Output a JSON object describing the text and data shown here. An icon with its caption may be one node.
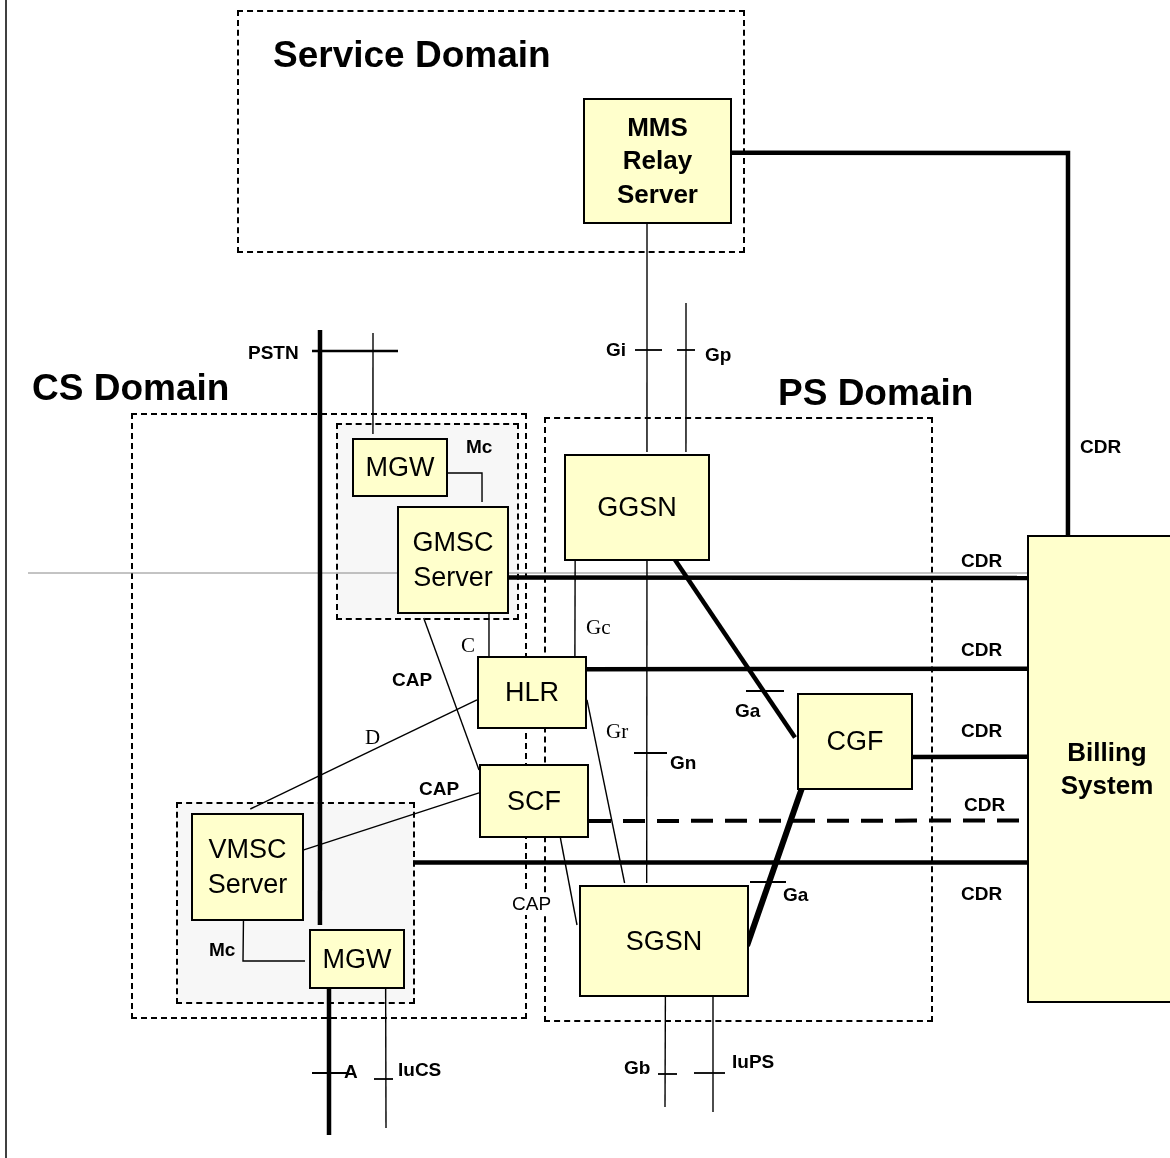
{
  "diagram": {
    "nodes": [
      {
        "text": [
          "Service Domain"
        ]
      },
      {
        "text": [
          "MMS Relay Server"
        ],
        "in": 0
      },
      {
        "text": [
          "CS Domain"
        ]
      },
      {
        "text": [],
        "shape": "box",
        "in": 2
      },
      {
        "text": [
          "MGW"
        ],
        "in": 3
      },
      {
        "text": [
          "GMSC Server"
        ],
        "in": 3
      },
      {
        "text": [],
        "shape": "box",
        "in": 2
      },
      {
        "text": [
          "VMSC Server"
        ],
        "in": 6
      },
      {
        "text": [
          "MGW"
        ],
        "in": 6
      },
      {
        "text": [
          "HLR"
        ]
      },
      {
        "text": [
          "SCF"
        ]
      },
      {
        "text": [
          "PS Domain"
        ]
      },
      {
        "text": [
          "GGSN"
        ],
        "in": 11
      },
      {
        "text": [
          "CGF"
        ],
        "in": 11
      },
      {
        "text": [
          "SGSN"
        ],
        "in": 11
      },
      {
        "text": [
          "Billing System"
        ]
      }
    ],
    "edges": [
      {
        "from": 1,
        "to": 15,
        "arrow": "none",
        "label": "CDR",
        "style": "thick"
      },
      {
        "from": 1,
        "to": 12,
        "arrow": "none",
        "label": "Gi"
      },
      {
        "from": null,
        "to": 12,
        "arrow": "none",
        "label": "Gp"
      },
      {
        "from": null,
        "to": 4,
        "arrow": "none"
      },
      {
        "from": null,
        "to": 8,
        "arrow": "none",
        "style": "thick"
      },
      {
        "from": 4,
        "to": 5,
        "arrow": "none",
        "label": "Mc"
      },
      {
        "from": 5,
        "to": 15,
        "arrow": "none",
        "label": "CDR",
        "style": "thick"
      },
      {
        "from": 5,
        "to": 9,
        "arrow": "none",
        "label": "C"
      },
      {
        "from": 3,
        "to": 10,
        "arrow": "none",
        "label": "CAP"
      },
      {
        "from": 7,
        "to": 9,
        "arrow": "none",
        "label": "D"
      },
      {
        "from": 7,
        "to": 10,
        "arrow": "none",
        "label": "CAP"
      },
      {
        "from": 6,
        "to": 15,
        "arrow": "none",
        "label": "CDR",
        "style": "thick"
      },
      {
        "from": 7,
        "to": 8,
        "arrow": "none",
        "label": "Mc"
      },
      {
        "from": 8,
        "to": null,
        "arrow": "none",
        "label": "A",
        "style": "thick"
      },
      {
        "from": 8,
        "to": null,
        "arrow": "none",
        "label": "IuCS"
      },
      {
        "from": 9,
        "to": 15,
        "arrow": "none",
        "label": "CDR",
        "style": "thick"
      },
      {
        "from": 12,
        "to": 9,
        "arrow": "none",
        "label": "Gc"
      },
      {
        "from": 12,
        "to": 14,
        "arrow": "none",
        "label": "Gn"
      },
      {
        "from": 9,
        "to": 14,
        "arrow": "none",
        "label": "Gr"
      },
      {
        "from": 12,
        "to": 13,
        "arrow": "none",
        "label": "Ga",
        "style": "thick"
      },
      {
        "from": 13,
        "to": 14,
        "arrow": "none",
        "label": "Ga",
        "style": "thick"
      },
      {
        "from": 13,
        "to": 15,
        "arrow": "none",
        "label": "CDR",
        "style": "thick"
      },
      {
        "from": 10,
        "to": 15,
        "arrow": "none",
        "label": "CDR",
        "style": "dashed"
      },
      {
        "from": 10,
        "to": 14,
        "arrow": "none",
        "label": "CAP"
      },
      {
        "from": 14,
        "to": null,
        "arrow": "none",
        "label": "Gb"
      },
      {
        "from": 14,
        "to": null,
        "arrow": "none",
        "label": "IuPS"
      }
    ],
    "labels": [
      "PSTN"
    ]
  }
}
